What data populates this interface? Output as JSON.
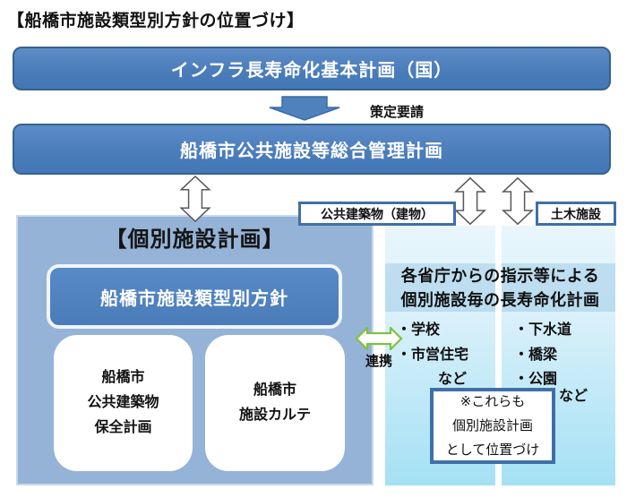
{
  "page": {
    "title": "【船橋市施設類型別方針の位置づけ】"
  },
  "national_plan": {
    "label": "インフラ長寿命化基本計画（国）"
  },
  "request_arrow": {
    "label": "策定要請"
  },
  "master_plan": {
    "label": "船橋市公共施設等総合管理計画"
  },
  "category_labels": {
    "buildings": "公共建築物（建物）",
    "civil": "土木施設"
  },
  "individual_plan": {
    "title": "【個別施設計画】",
    "policy_label": "船橋市施設類型別方針",
    "box_a": {
      "lines": [
        "船橋市",
        "公共建築物",
        "保全計画"
      ]
    },
    "box_b": {
      "lines": [
        "船橋市",
        "施設カルテ"
      ]
    }
  },
  "link_arrow": {
    "label": "連携"
  },
  "ministry_plans": {
    "header_lines": [
      "各省庁からの指示等による",
      "個別施設毎の長寿命化計画"
    ],
    "left_items": [
      "・学校",
      "・市営住宅"
    ],
    "left_etc": "など",
    "right_items": [
      "・下水道",
      "・橋梁",
      "・公園"
    ],
    "right_etc": "など",
    "note_lines": [
      "※これらも",
      "個別施設計画",
      "として位置づけ"
    ]
  },
  "colors": {
    "bar_blue": "#4a7cba",
    "bar_border": "#36618e",
    "panel_light_blue": "#95b3d7",
    "cyan_top": "#e9f6fc",
    "cyan_bottom": "#a4e1f4",
    "label_border_blue": "#3f6fa8",
    "link_green": "#7ec142"
  }
}
